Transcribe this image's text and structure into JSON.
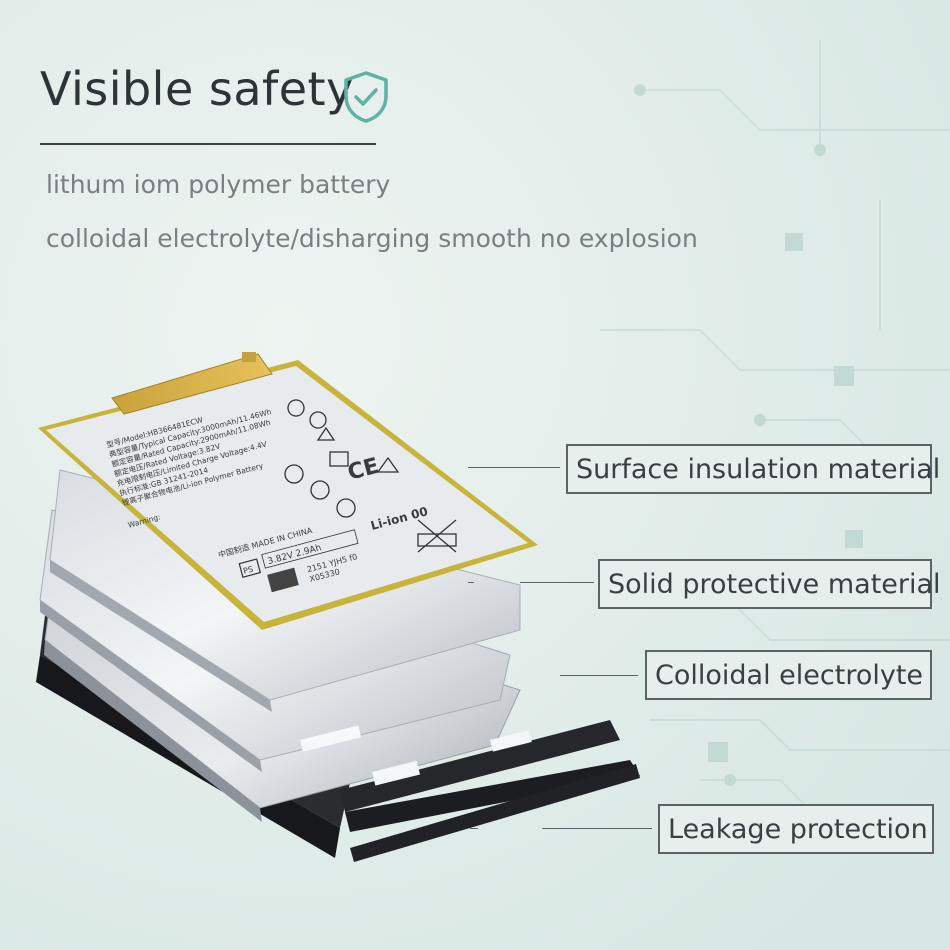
{
  "heading": {
    "title": "Visible safety",
    "icon": "shield-check-icon",
    "accent_color": "#5fb3a2"
  },
  "subtitles": [
    "lithum iom polymer battery",
    "colloidal electrolyte/disharging smooth no explosion"
  ],
  "callouts": [
    "Surface insulation material",
    "Solid protective material",
    "Colloidal electrolyte",
    "Leakage protection"
  ],
  "battery_label": {
    "chinese_line": "中国制造 MADE IN CHINA",
    "voltage_capacity": "3.82V  2.9Ah",
    "type": "Li-ion 00",
    "warning": "Warning:",
    "model_code": "X05330",
    "serial": "2151 YJH5 f0",
    "header_lines": [
      "型号/Model:HB366481ECW",
      "典型容量/Typical Capacity:3000mAh/11.46Wh",
      "额定容量/Rated Capacity:2900mAh/11.08Wh",
      "额定电压/Rated Voltage:3.82V",
      "充电限制电压/Limited Charge Voltage:4.4V",
      "执行标准:GB 31241-2014",
      "锂离子聚合物电池/Li-ion Polymer Battery"
    ]
  }
}
